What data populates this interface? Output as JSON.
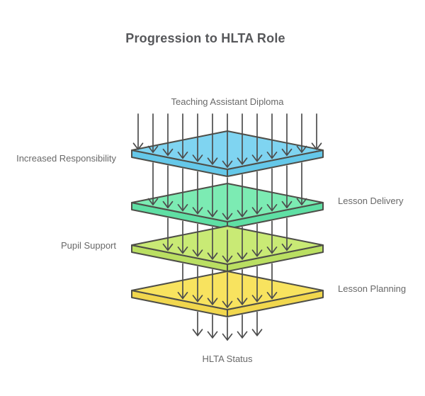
{
  "title": "Progression to HLTA Role",
  "flow": {
    "input_label": "Teaching Assistant Diploma",
    "output_label": "HLTA Status"
  },
  "layers": [
    {
      "label": "Increased Responsibility",
      "label_side": "left",
      "top_color": "#7fd4f1",
      "side_color": "#65c8e9"
    },
    {
      "label": "Lesson Delivery",
      "label_side": "right",
      "top_color": "#7cebb3",
      "side_color": "#5fdfa4"
    },
    {
      "label": "Pupil Support",
      "label_side": "left",
      "top_color": "#c9ea75",
      "side_color": "#badf62"
    },
    {
      "label": "Lesson Planning",
      "label_side": "right",
      "top_color": "#f8e35f",
      "side_color": "#f1d74e"
    }
  ],
  "style": {
    "background": "#ffffff",
    "plate_border_color": "#4e4e48",
    "arrow_color": "#4d4d4d",
    "label_color": "#686868",
    "title_color": "#56575a"
  }
}
